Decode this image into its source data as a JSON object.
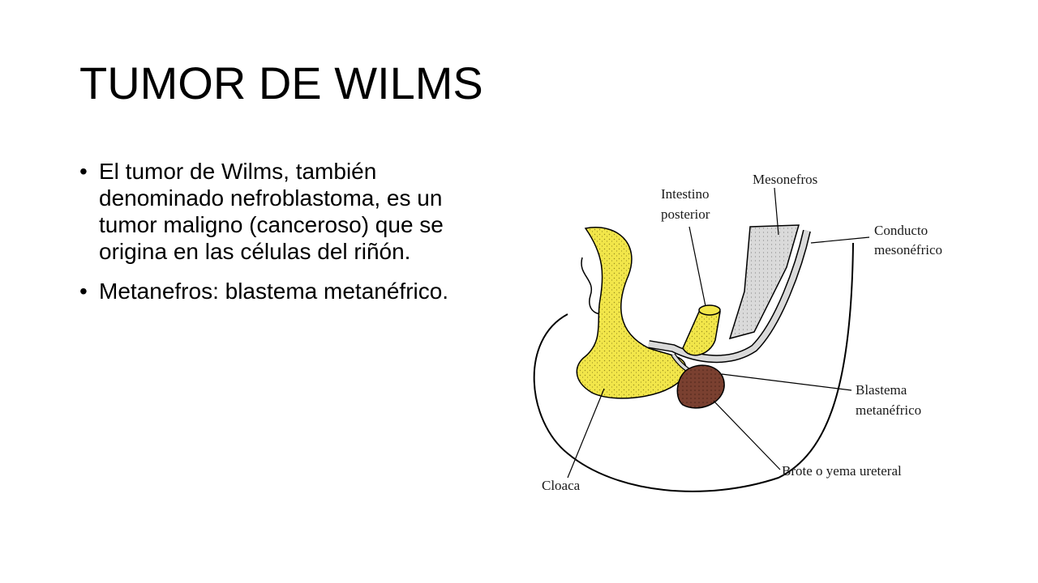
{
  "slide": {
    "title": "TUMOR DE WILMS",
    "bullets": [
      "El tumor de Wilms, también denominado nefroblastoma, es un tumor maligno (canceroso) que se origina en las células del riñón.",
      "Metanefros: blastema metanéfrico."
    ]
  },
  "diagram": {
    "labels": {
      "mesonefros": "Mesonefros",
      "intestino_1": "Intestino",
      "intestino_2": "posterior",
      "conducto_1": "Conducto",
      "conducto_2": "mesonéfrico",
      "blastema_1": "Blastema",
      "blastema_2": "metanéfrico",
      "brote": "Brote o yema ureteral",
      "cloaca": "Cloaca"
    },
    "colors": {
      "cloaca": "#f2e64a",
      "blastema": "#7a4030",
      "duct": "#d9d9d9"
    }
  }
}
